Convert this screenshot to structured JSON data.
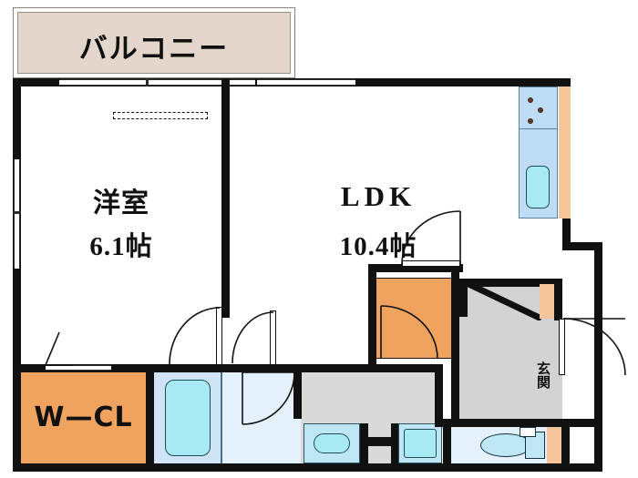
{
  "plan": {
    "type": "floor-plan",
    "layout_name": "1LDK",
    "orientation": "north-up"
  },
  "rooms": [
    {
      "key": "balcony",
      "label": "バルコニー",
      "romaji": "balcony",
      "area": "",
      "fill": "#e3d7cc"
    },
    {
      "key": "bedroom",
      "label": "洋室",
      "romaji": "western-style room",
      "area": "6.1帖",
      "fill": "#ffffff"
    },
    {
      "key": "ldk",
      "label": "LDK",
      "romaji": "living-dining-kitchen",
      "area": "10.4帖",
      "fill": "#ffffff"
    },
    {
      "key": "walk_in_closet",
      "label": "W—CL",
      "romaji": "walk-in closet",
      "area": "",
      "fill": "#efa35e"
    },
    {
      "key": "genkan",
      "label": "玄関",
      "romaji": "entrance",
      "area": "",
      "fill": "#d3d3d3"
    }
  ],
  "labels": {
    "balcony": "バルコニー",
    "bedroom_name": "洋室",
    "bedroom_area": "6.1帖",
    "ldk_name": "LDK",
    "ldk_area": "10.4帖",
    "walk_in_closet": "W—CL",
    "genkan": "玄関"
  },
  "fixtures": [
    {
      "name": "stove",
      "room": "ldk",
      "detail": "3-burner cooktop"
    },
    {
      "name": "kitchen-sink",
      "room": "ldk",
      "detail": "single basin"
    },
    {
      "name": "kitchen-counter",
      "room": "ldk",
      "detail": "counter strip"
    },
    {
      "name": "bathtub",
      "room": "bathroom",
      "detail": "unit bath tub"
    },
    {
      "name": "washbasin",
      "room": "washroom",
      "detail": "vanity basin"
    },
    {
      "name": "washing-machine-pan",
      "room": "washroom",
      "detail": "laundry pan"
    },
    {
      "name": "toilet",
      "room": "toilet",
      "detail": "western toilet with tank"
    },
    {
      "name": "shoe-box",
      "room": "genkan",
      "detail": "shoe cabinet"
    },
    {
      "name": "closet-rod",
      "room": "bedroom",
      "detail": "hanging rod / shelf"
    }
  ],
  "colors": {
    "wall": "#111111",
    "balcony_fill": "#e3d7cc",
    "closet_orange": "#efa35e",
    "counter_orange": "#f4c49a",
    "hall_gray": "#d9d9d9",
    "genkan_gray": "#d3d3d3",
    "bath_blue": "#cfe4f7",
    "wet_blue": "#e4f1fb",
    "kitchen_blue": "#bfdcf5",
    "fixture_cyan": "#a8eaf4",
    "room_white": "#ffffff"
  },
  "openings": [
    {
      "name": "balcony-sliding-window",
      "type": "sliding",
      "wall": "north"
    },
    {
      "name": "bedroom-west-window",
      "type": "sliding",
      "wall": "west"
    },
    {
      "name": "bedroom-door",
      "type": "hinged",
      "wall": "south"
    },
    {
      "name": "ldk-bedroom-door",
      "type": "hinged",
      "wall": "south"
    },
    {
      "name": "washroom-door",
      "type": "hinged",
      "wall": "north"
    },
    {
      "name": "bathroom-door",
      "type": "hinged",
      "wall": "north"
    },
    {
      "name": "toilet-door",
      "type": "hinged",
      "wall": "north"
    },
    {
      "name": "entrance-door",
      "type": "hinged",
      "wall": "east"
    }
  ]
}
